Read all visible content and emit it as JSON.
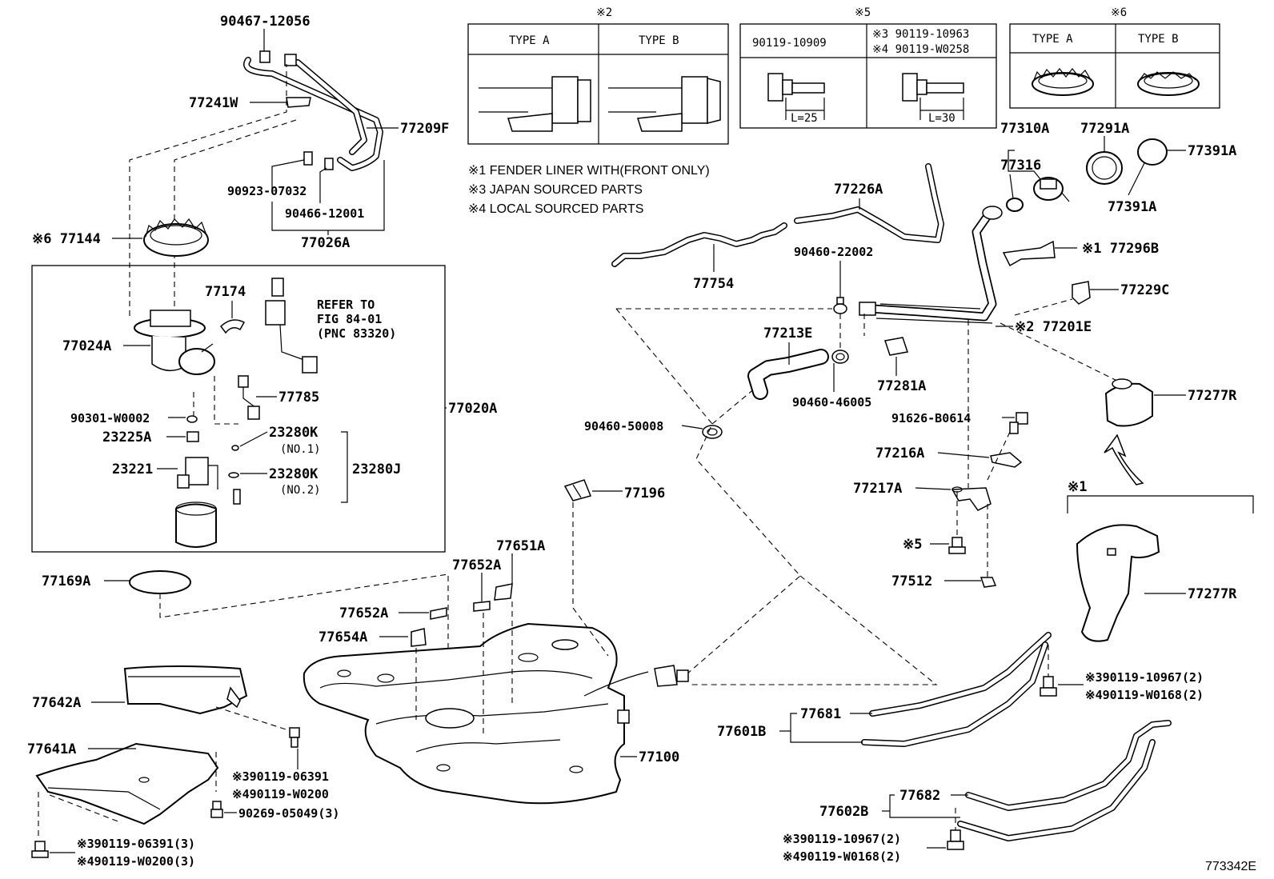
{
  "labels": {
    "p90467_12056": "90467-12056",
    "p77241W": "77241W",
    "p77209F": "77209F",
    "p90923_07032": "90923-07032",
    "p90466_12001": "90466-12001",
    "p77026A": "77026A",
    "p77144": "※6 77144",
    "p77174": "77174",
    "refer1": "REFER TO",
    "refer2": "FIG 84-01",
    "refer3": "(PNC 83320)",
    "p77024A": "77024A",
    "p77785": "77785",
    "p90301_W0002": "90301-W0002",
    "p23225A": "23225A",
    "p23280K_1": "23280K",
    "no1": "(NO.1)",
    "p23221": "23221",
    "p23280K_2": "23280K",
    "no2": "(NO.2)",
    "p23280J": "23280J",
    "p77020A": "77020A",
    "p77169A": "77169A",
    "p77652A_top": "77652A",
    "p77651A": "77651A",
    "p77652A": "77652A",
    "p77654A": "77654A",
    "p77642A": "77642A",
    "p77641A": "77641A",
    "b1": "※390119-06391",
    "b2": "※490119-W0200",
    "b3": "90269-05049(3)",
    "b4": "※390119-06391(3)",
    "b5": "※490119-W0200(3)",
    "p77100": "77100",
    "p77196": "77196",
    "p90460_50008": "90460-50008",
    "p77226A": "77226A",
    "p77754": "77754",
    "p90460_22002": "90460-22002",
    "p77213E": "77213E",
    "p77281A": "77281A",
    "p90460_46005": "90460-46005",
    "p77310A": "77310A",
    "p77316": "77316",
    "p77291A": "77291A",
    "p77391A_1": "77391A",
    "p77391A_2": "77391A",
    "p77296B": "※1 77296B",
    "p77229C": "77229C",
    "p77201E": "※2 77201E",
    "p77277R_1": "77277R",
    "p91626_B0614": "91626-B0614",
    "p77216A": "77216A",
    "p77217A": "77217A",
    "mk5": "※5",
    "p77512": "77512",
    "mk1": "※1",
    "p77277R_2": "77277R",
    "s1": "※390119-10967(2)",
    "s2": "※490119-W0168(2)",
    "p77601B": "77601B",
    "p77681": "77681",
    "p77602B": "77602B",
    "p77682": "77682",
    "s3": "※390119-10967(2)",
    "s4": "※490119-W0168(2)",
    "code": "773342E"
  },
  "box2": {
    "mark": "※2",
    "typeA": "TYPE A",
    "typeB": "TYPE B"
  },
  "box5": {
    "mark": "※5",
    "left": "90119-10909",
    "right1": "※3 90119-10963",
    "right2": "※4 90119-W0258",
    "len1": "L=25",
    "len2": "L=30"
  },
  "box6": {
    "mark": "※6",
    "typeA": "TYPE A",
    "typeB": "TYPE B"
  },
  "notes": [
    "※1 FENDER LINER WITH(FRONT ONLY)",
    "※3 JAPAN SOURCED PARTS",
    "※4 LOCAL SOURCED PARTS"
  ]
}
